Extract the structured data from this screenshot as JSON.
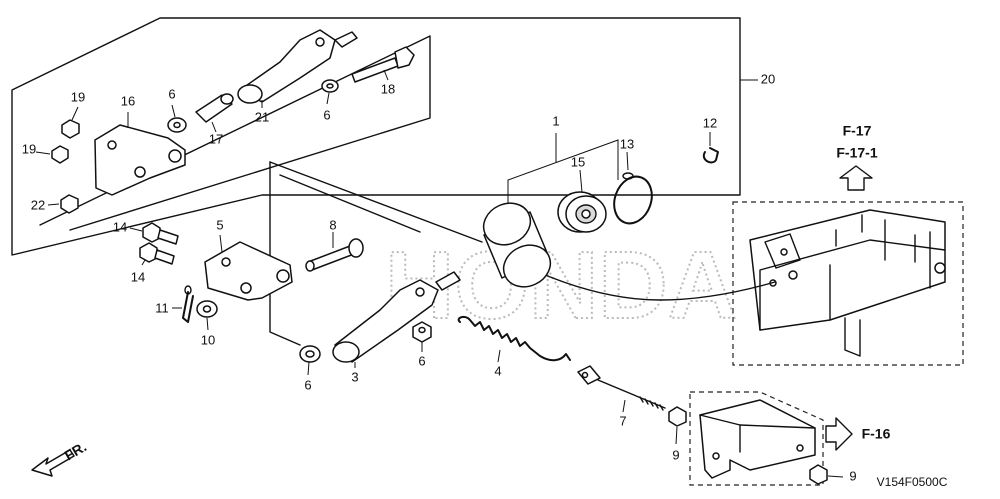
{
  "callouts": {
    "c1": "1",
    "c3": "3",
    "c4": "4",
    "c5": "5",
    "c6a": "6",
    "c6b": "6",
    "c6c": "6",
    "c6d": "6",
    "c7": "7",
    "c8": "8",
    "c9a": "9",
    "c9b": "9",
    "c10": "10",
    "c11": "11",
    "c12": "12",
    "c13": "13",
    "c14a": "14",
    "c14b": "14",
    "c15": "15",
    "c16": "16",
    "c17": "17",
    "c18": "18",
    "c19a": "19",
    "c19b": "19",
    "c20": "20",
    "c21": "21",
    "c22": "22"
  },
  "refs": {
    "f17": "F-17",
    "f17_1": "F-17-1",
    "f16": "F-16",
    "fr": "FR."
  },
  "diagram_code": "V154F0500C",
  "watermark": "HONDA"
}
